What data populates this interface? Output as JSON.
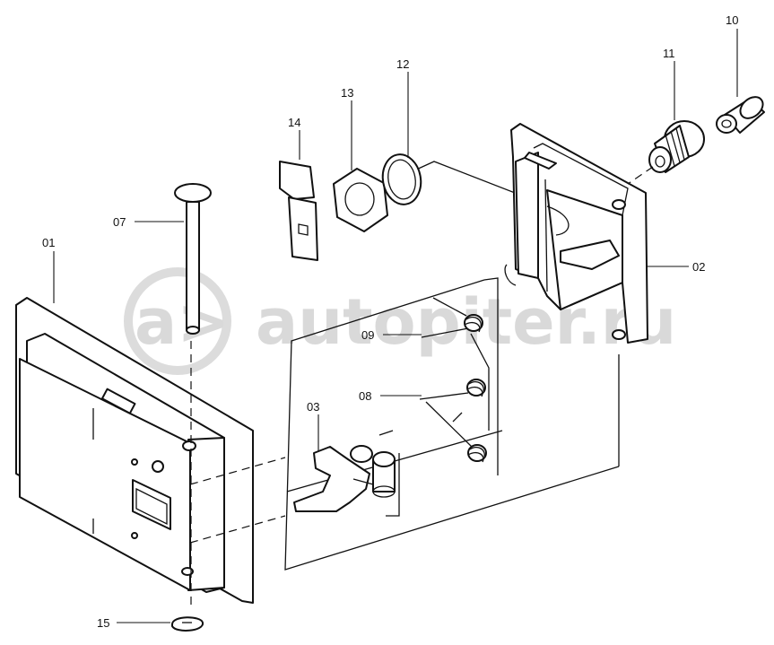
{
  "watermark": {
    "text": "autopiter.ru",
    "logo_glyph": "a>",
    "color": "#d9d9d9"
  },
  "callouts": [
    {
      "id": "c10",
      "label": "10"
    },
    {
      "id": "c11",
      "label": "11"
    },
    {
      "id": "c12",
      "label": "12"
    },
    {
      "id": "c13",
      "label": "13"
    },
    {
      "id": "c14",
      "label": "14"
    },
    {
      "id": "c07",
      "label": "07"
    },
    {
      "id": "c01",
      "label": "01"
    },
    {
      "id": "c02",
      "label": "02"
    },
    {
      "id": "c09",
      "label": "09"
    },
    {
      "id": "c08",
      "label": "08"
    },
    {
      "id": "c03",
      "label": "03"
    },
    {
      "id": "c15",
      "label": "15"
    }
  ],
  "line_color": "#111111"
}
